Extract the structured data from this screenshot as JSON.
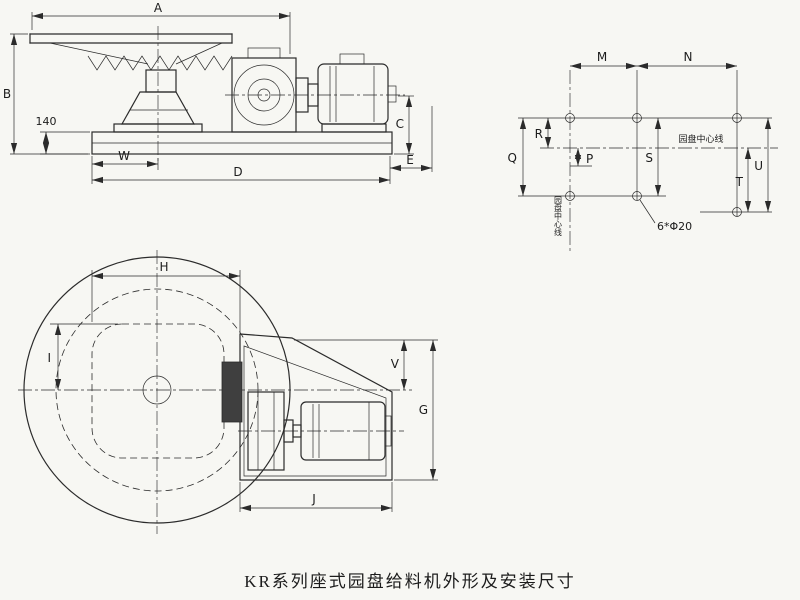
{
  "colors": {
    "paper": "#f7f7f3",
    "ink": "#2b2b2b"
  },
  "caption": "KR系列座式园盘给料机外形及安装尺寸",
  "side_view": {
    "dims": {
      "A": "A",
      "B": "B",
      "C": "C",
      "D": "D",
      "E": "E",
      "W": "W",
      "base_height": "140"
    }
  },
  "hole_layout": {
    "dims": {
      "M": "M",
      "N": "N",
      "P": "P",
      "Q": "Q",
      "R": "R",
      "S": "S",
      "T": "T",
      "U": "U"
    },
    "holes_note": "6*Φ20",
    "disc_center_line_label": "园盘中心线",
    "vertical_center_line_label": "园盘中心线"
  },
  "plan_view": {
    "dims": {
      "G": "G",
      "H": "H",
      "I": "I",
      "J": "J",
      "V": "V"
    }
  }
}
